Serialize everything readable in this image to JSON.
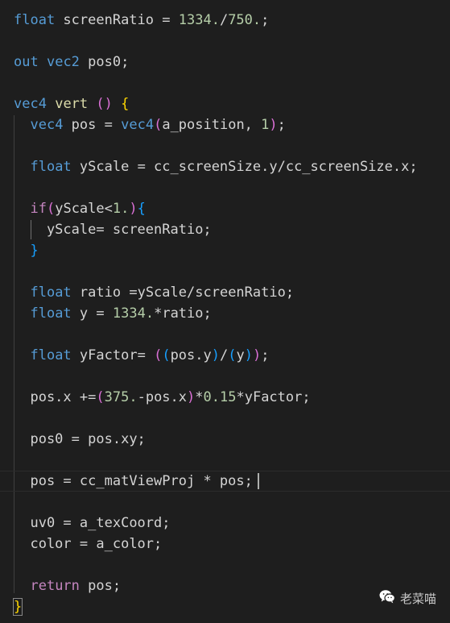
{
  "code": {
    "lines": [
      [
        {
          "t": "float",
          "c": "kw"
        },
        {
          "t": " screenRatio ",
          "c": "id"
        },
        {
          "t": "=",
          "c": "op"
        },
        {
          "t": " ",
          "c": "id"
        },
        {
          "t": "1334.",
          "c": "nm"
        },
        {
          "t": "/",
          "c": "op"
        },
        {
          "t": "750.",
          "c": "nm"
        },
        {
          "t": ";",
          "c": "op"
        }
      ],
      [],
      [
        {
          "t": "out",
          "c": "kw"
        },
        {
          "t": " ",
          "c": "id"
        },
        {
          "t": "vec2",
          "c": "kw"
        },
        {
          "t": " pos0;",
          "c": "id"
        }
      ],
      [],
      [
        {
          "t": "vec4",
          "c": "kw"
        },
        {
          "t": " ",
          "c": "id"
        },
        {
          "t": "vert",
          "c": "fn"
        },
        {
          "t": " ",
          "c": "id"
        },
        {
          "t": "()",
          "c": "p2"
        },
        {
          "t": " ",
          "c": "id"
        },
        {
          "t": "{",
          "c": "p1"
        }
      ],
      [
        {
          "t": "  ",
          "c": "id"
        },
        {
          "t": "vec4",
          "c": "kw"
        },
        {
          "t": " pos ",
          "c": "id"
        },
        {
          "t": "=",
          "c": "op"
        },
        {
          "t": " ",
          "c": "id"
        },
        {
          "t": "vec4",
          "c": "kw"
        },
        {
          "t": "(",
          "c": "p2"
        },
        {
          "t": "a_position, ",
          "c": "id"
        },
        {
          "t": "1",
          "c": "nm"
        },
        {
          "t": ")",
          "c": "p2"
        },
        {
          "t": ";",
          "c": "op"
        }
      ],
      [],
      [
        {
          "t": "  ",
          "c": "id"
        },
        {
          "t": "float",
          "c": "kw"
        },
        {
          "t": " yScale ",
          "c": "id"
        },
        {
          "t": "=",
          "c": "op"
        },
        {
          "t": " cc_screenSize.y",
          "c": "id"
        },
        {
          "t": "/",
          "c": "op"
        },
        {
          "t": "cc_screenSize.x;",
          "c": "id"
        }
      ],
      [],
      [
        {
          "t": "  ",
          "c": "id"
        },
        {
          "t": "if",
          "c": "ctl"
        },
        {
          "t": "(",
          "c": "p2"
        },
        {
          "t": "yScale",
          "c": "id"
        },
        {
          "t": "<",
          "c": "op"
        },
        {
          "t": "1.",
          "c": "nm"
        },
        {
          "t": ")",
          "c": "p2"
        },
        {
          "t": "{",
          "c": "p3"
        }
      ],
      [
        {
          "t": "    yScale",
          "c": "id"
        },
        {
          "t": "=",
          "c": "op"
        },
        {
          "t": " screenRatio;",
          "c": "id"
        }
      ],
      [
        {
          "t": "  ",
          "c": "id"
        },
        {
          "t": "}",
          "c": "p3"
        }
      ],
      [],
      [
        {
          "t": "  ",
          "c": "id"
        },
        {
          "t": "float",
          "c": "kw"
        },
        {
          "t": " ratio ",
          "c": "id"
        },
        {
          "t": "=",
          "c": "op"
        },
        {
          "t": "yScale",
          "c": "id"
        },
        {
          "t": "/",
          "c": "op"
        },
        {
          "t": "screenRatio;",
          "c": "id"
        }
      ],
      [
        {
          "t": "  ",
          "c": "id"
        },
        {
          "t": "float",
          "c": "kw"
        },
        {
          "t": " y ",
          "c": "id"
        },
        {
          "t": "=",
          "c": "op"
        },
        {
          "t": " ",
          "c": "id"
        },
        {
          "t": "1334.",
          "c": "nm"
        },
        {
          "t": "*",
          "c": "op"
        },
        {
          "t": "ratio;",
          "c": "id"
        }
      ],
      [],
      [
        {
          "t": "  ",
          "c": "id"
        },
        {
          "t": "float",
          "c": "kw"
        },
        {
          "t": " yFactor",
          "c": "id"
        },
        {
          "t": "=",
          "c": "op"
        },
        {
          "t": " ",
          "c": "id"
        },
        {
          "t": "(",
          "c": "p2"
        },
        {
          "t": "(",
          "c": "p3"
        },
        {
          "t": "pos.y",
          "c": "id"
        },
        {
          "t": ")",
          "c": "p3"
        },
        {
          "t": "/",
          "c": "op"
        },
        {
          "t": "(",
          "c": "p3"
        },
        {
          "t": "y",
          "c": "id"
        },
        {
          "t": ")",
          "c": "p3"
        },
        {
          "t": ")",
          "c": "p2"
        },
        {
          "t": ";",
          "c": "op"
        }
      ],
      [],
      [
        {
          "t": "  pos.x ",
          "c": "id"
        },
        {
          "t": "+=",
          "c": "op"
        },
        {
          "t": "(",
          "c": "p2"
        },
        {
          "t": "375.",
          "c": "nm"
        },
        {
          "t": "-",
          "c": "op"
        },
        {
          "t": "pos.x",
          "c": "id"
        },
        {
          "t": ")",
          "c": "p2"
        },
        {
          "t": "*",
          "c": "op"
        },
        {
          "t": "0.15",
          "c": "nm"
        },
        {
          "t": "*",
          "c": "op"
        },
        {
          "t": "yFactor;",
          "c": "id"
        }
      ],
      [],
      [
        {
          "t": "  pos0 ",
          "c": "id"
        },
        {
          "t": "=",
          "c": "op"
        },
        {
          "t": " pos.xy;",
          "c": "id"
        }
      ],
      [],
      [
        {
          "t": "  pos ",
          "c": "id"
        },
        {
          "t": "=",
          "c": "op"
        },
        {
          "t": " cc_matViewProj ",
          "c": "id"
        },
        {
          "t": "*",
          "c": "op"
        },
        {
          "t": " pos;",
          "c": "id"
        }
      ],
      [],
      [
        {
          "t": "  uv0 ",
          "c": "id"
        },
        {
          "t": "=",
          "c": "op"
        },
        {
          "t": " a_texCoord;",
          "c": "id"
        }
      ],
      [
        {
          "t": "  color ",
          "c": "id"
        },
        {
          "t": "=",
          "c": "op"
        },
        {
          "t": " a_color;",
          "c": "id"
        }
      ],
      [],
      [
        {
          "t": "  ",
          "c": "id"
        },
        {
          "t": "return",
          "c": "ctl"
        },
        {
          "t": " pos;",
          "c": "id"
        }
      ],
      [
        {
          "t": "}",
          "c": "p1"
        }
      ]
    ]
  },
  "watermark": {
    "label": "老菜喵",
    "icon": "wechat-icon"
  },
  "colors": {
    "background": "#1e1e1e",
    "keyword": "#569cd6",
    "function": "#dcdcaa",
    "number": "#b5cea8",
    "control": "#c586c0"
  }
}
